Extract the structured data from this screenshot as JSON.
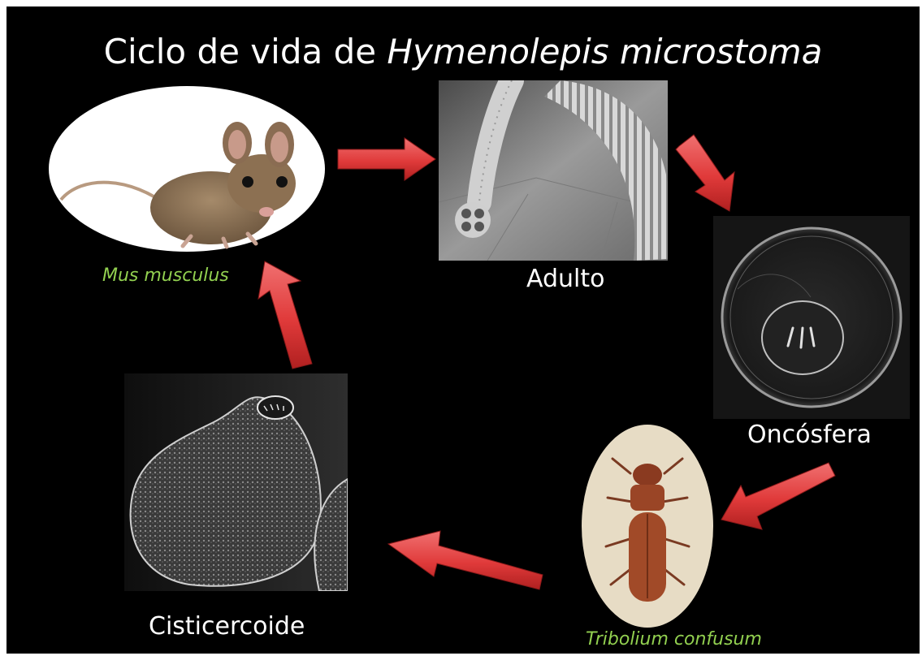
{
  "title": {
    "prefix": "Ciclo de vida de ",
    "scientific": "Hymenolepis microstoma"
  },
  "stages": {
    "host_mouse": "Mus musculus",
    "adult": "Adulto",
    "oncosphere": "Oncósfera",
    "host_beetle": "Tribolium confusum",
    "cysticercoid": "Cisticercoide"
  },
  "colors": {
    "background": "#000000",
    "title_text": "#ffffff",
    "stage_text": "#ffffff",
    "species_text": "#92d050",
    "arrow": "#e33b3b"
  }
}
